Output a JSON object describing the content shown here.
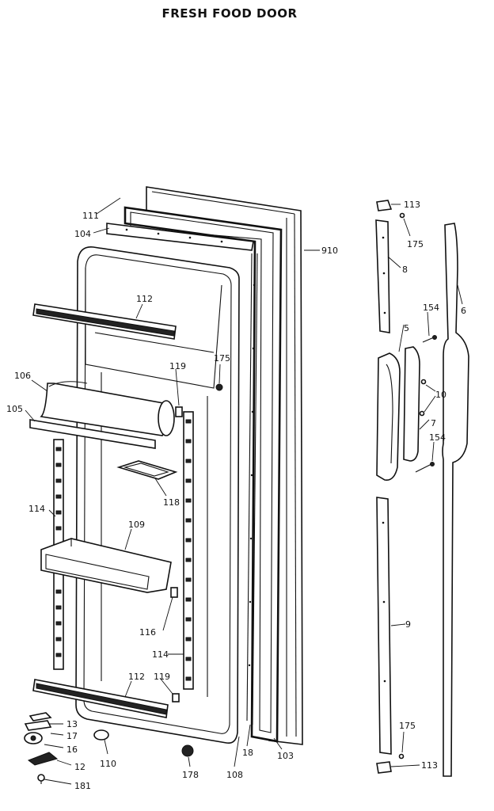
{
  "title": "FRESH FOOD DOOR",
  "callouts": {
    "c111": "111",
    "c104": "104",
    "c910": "910",
    "c112a": "112",
    "c106": "106",
    "c105": "105",
    "c119a": "119",
    "c175a": "175",
    "c118": "118",
    "c114a": "114",
    "c109": "109",
    "c116": "116",
    "c114b": "114",
    "c112b": "112",
    "c119b": "119",
    "c13": "13",
    "c17": "17",
    "c16": "16",
    "c12": "12",
    "c181": "181",
    "c110": "110",
    "c178": "178",
    "c108": "108",
    "c18": "18",
    "c103": "103",
    "c113a": "113",
    "c175b": "175",
    "c8": "8",
    "c6": "6",
    "c154a": "154",
    "c5": "5",
    "c10": "10",
    "c7": "7",
    "c154b": "154",
    "c9": "9",
    "c175c": "175",
    "c113b": "113"
  }
}
